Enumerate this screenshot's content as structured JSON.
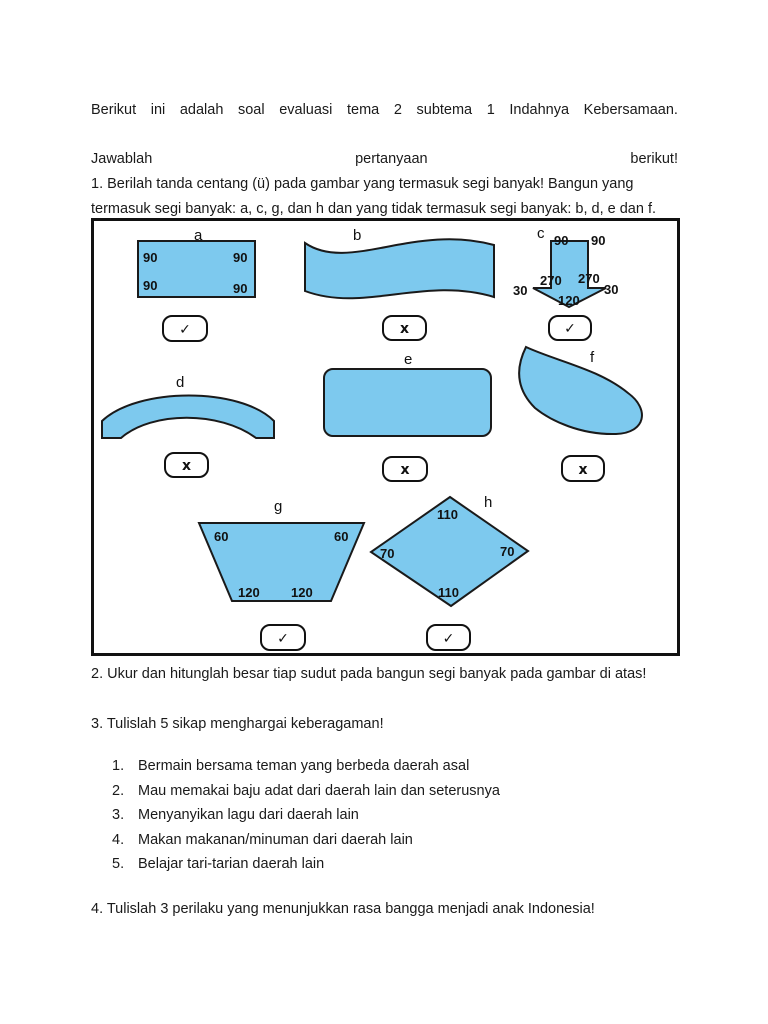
{
  "intro": {
    "words": [
      "Berikut",
      "ini",
      "adalah",
      "soal",
      "evaluasi",
      "tema",
      "2",
      "subtema",
      "1",
      "Indahnya",
      "Kebersamaan."
    ]
  },
  "instruction": {
    "words": [
      "Jawablah",
      "pertanyaan",
      "berikut!"
    ]
  },
  "q1": {
    "line1": "1. Berilah tanda centang (ü) pada gambar yang termasuk segi banyak! Bangun yang",
    "line2": "termasuk segi banyak: a, c, g, dan h dan yang tidak termasuk segi banyak: b, d, e dan f."
  },
  "figure": {
    "shapes": {
      "a": {
        "letter": "a",
        "angles": [
          "90",
          "90",
          "90",
          "90"
        ],
        "mark": "✓"
      },
      "b": {
        "letter": "b",
        "mark": "x"
      },
      "c": {
        "letter": "c",
        "angles": [
          "90",
          "90",
          "270",
          "270",
          "30",
          "30",
          "120"
        ],
        "mark": "✓"
      },
      "d": {
        "letter": "d",
        "mark": "x"
      },
      "e": {
        "letter": "e",
        "mark": "x"
      },
      "f": {
        "letter": "f",
        "mark": "x"
      },
      "g": {
        "letter": "g",
        "angles": [
          "60",
          "60",
          "120",
          "120"
        ],
        "mark": "✓"
      },
      "h": {
        "letter": "h",
        "angles": [
          "110",
          "70",
          "70",
          "110"
        ],
        "mark": "✓"
      }
    },
    "fill_color": "#7dc9ee"
  },
  "q2": {
    "text": "2. Ukur dan hitunglah besar tiap sudut pada bangun segi banyak pada gambar di atas!"
  },
  "q3": {
    "text": "3. Tulislah 5 sikap menghargai keberagaman!",
    "answers": [
      {
        "num": "1.",
        "text": "Bermain bersama teman yang berbeda daerah asal"
      },
      {
        "num": "2.",
        "text": "Mau memakai baju adat dari daerah lain dan seterusnya"
      },
      {
        "num": "3.",
        "text": "Menyanyikan lagu dari daerah lain"
      },
      {
        "num": "4.",
        "text": "Makan makanan/minuman dari daerah lain"
      },
      {
        "num": "5.",
        "text": "Belajar tari-tarian daerah lain"
      }
    ]
  },
  "q4": {
    "text": "4. Tulislah 3 perilaku yang menunjukkan rasa bangga menjadi anak Indonesia!"
  }
}
